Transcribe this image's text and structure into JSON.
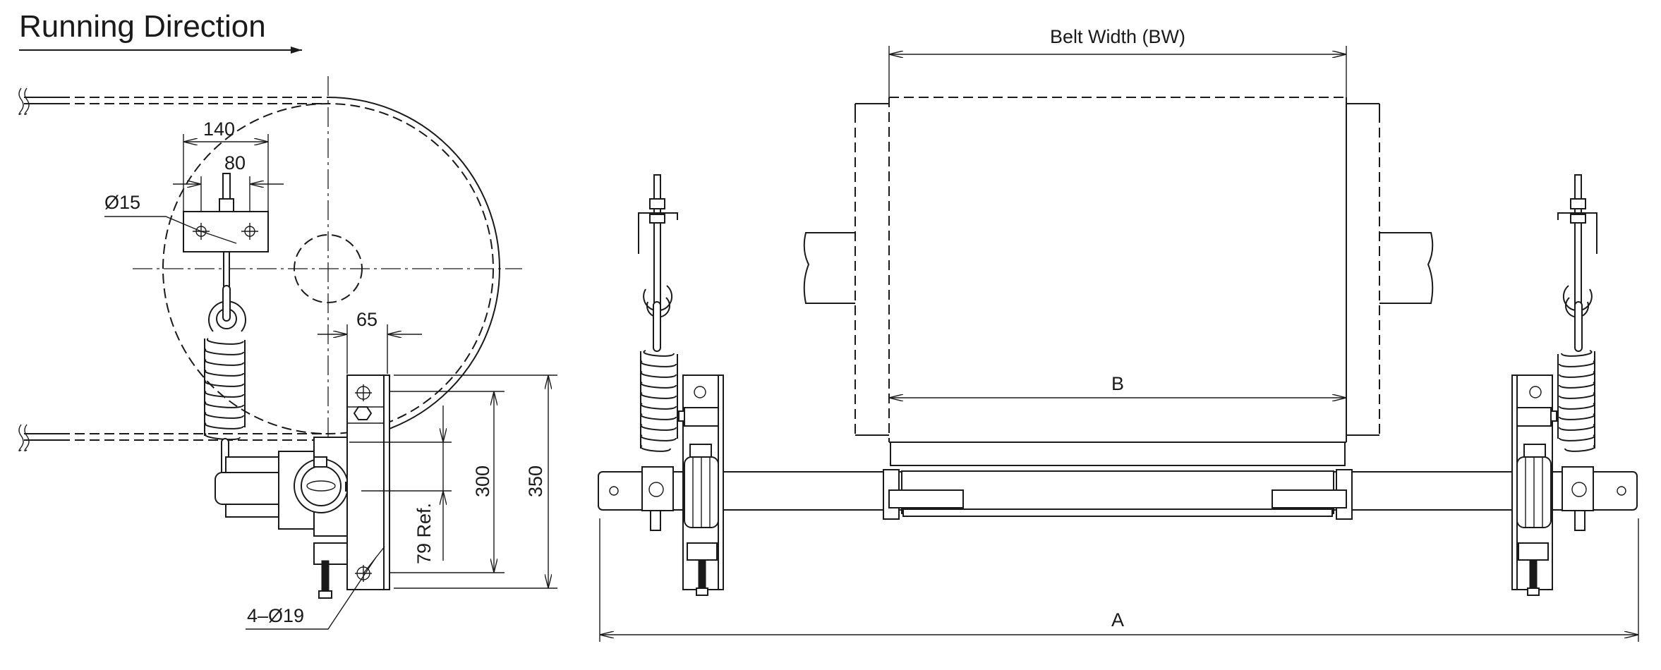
{
  "title": "Running Direction",
  "side_view": {
    "dim_140": "140",
    "dim_80": "80",
    "dim_hole": "Ø15",
    "dim_65": "65",
    "dim_350": "350",
    "dim_300": "300",
    "dim_79": "79 Ref.",
    "dim_mount_holes": "4–Ø19"
  },
  "front_view": {
    "belt_width": "Belt Width (BW)",
    "dim_b": "B",
    "dim_a": "A"
  }
}
